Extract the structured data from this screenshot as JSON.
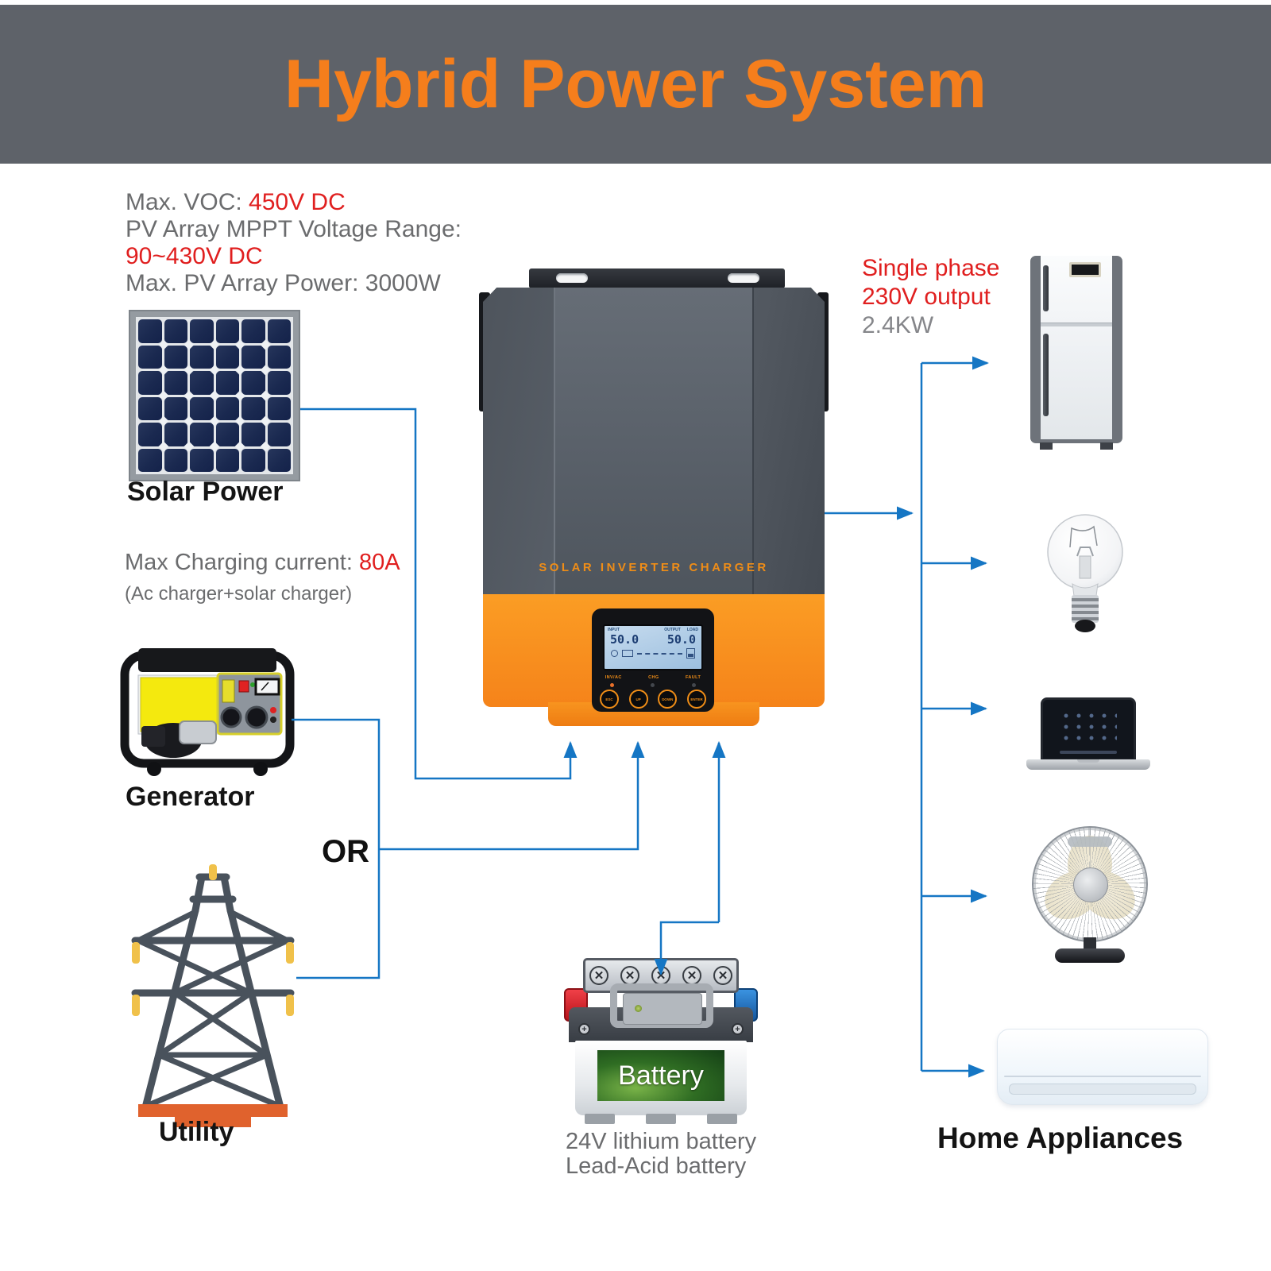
{
  "banner": {
    "title": "Hybrid Power System"
  },
  "pv_specs": {
    "voc_label": "Max. VOC: ",
    "voc_value": "450V DC",
    "mppt_label": "PV Array MPPT Voltage Range:",
    "mppt_value": "90~430V DC",
    "power_line": "Max. PV Array Power: 3000W"
  },
  "charging": {
    "label": "Max Charging current: ",
    "value": "80A",
    "note": "(Ac charger+solar charger)"
  },
  "sources": {
    "solar": "Solar Power",
    "generator": "Generator",
    "or": "OR",
    "utility": "Utility"
  },
  "inverter": {
    "brand": "SOLAR INVERTER CHARGER",
    "lcd": {
      "input_label": "INPUT",
      "output_label": "OUTPUT",
      "load_label": "LOAD",
      "input_value": "50.0",
      "output_value": "50.0"
    },
    "indicators": [
      "INV/AC",
      "CHG",
      "FAULT"
    ],
    "buttons": [
      "ESC",
      "UP",
      "DOWN",
      "ENTER"
    ]
  },
  "output": {
    "line1": "Single phase",
    "line2": "230V output",
    "line3": "2.4KW"
  },
  "battery": {
    "label": "Battery",
    "type1": "24V lithium battery",
    "type2": "Lead-Acid battery"
  },
  "appliances": {
    "label": "Home Appliances",
    "items": [
      "refrigerator",
      "light-bulb",
      "laptop",
      "desk-fan",
      "air-conditioner"
    ]
  },
  "icons": {
    "source_pictograms": [
      "solar-panel",
      "generator",
      "utility-tower",
      "battery"
    ],
    "connector_style": "blue right-angle arrows"
  },
  "colors": {
    "banner_bg": "#5e6269",
    "title_orange": "#f57e1c",
    "highlight_red": "#e01f1f",
    "text_gray": "#6b6c6e",
    "line_blue": "#1576c4",
    "inverter_orange": "#f6891c",
    "solar_cell_navy": "#1a2950",
    "utility_slate": "#49525c",
    "utility_base_orange": "#e0622d"
  }
}
